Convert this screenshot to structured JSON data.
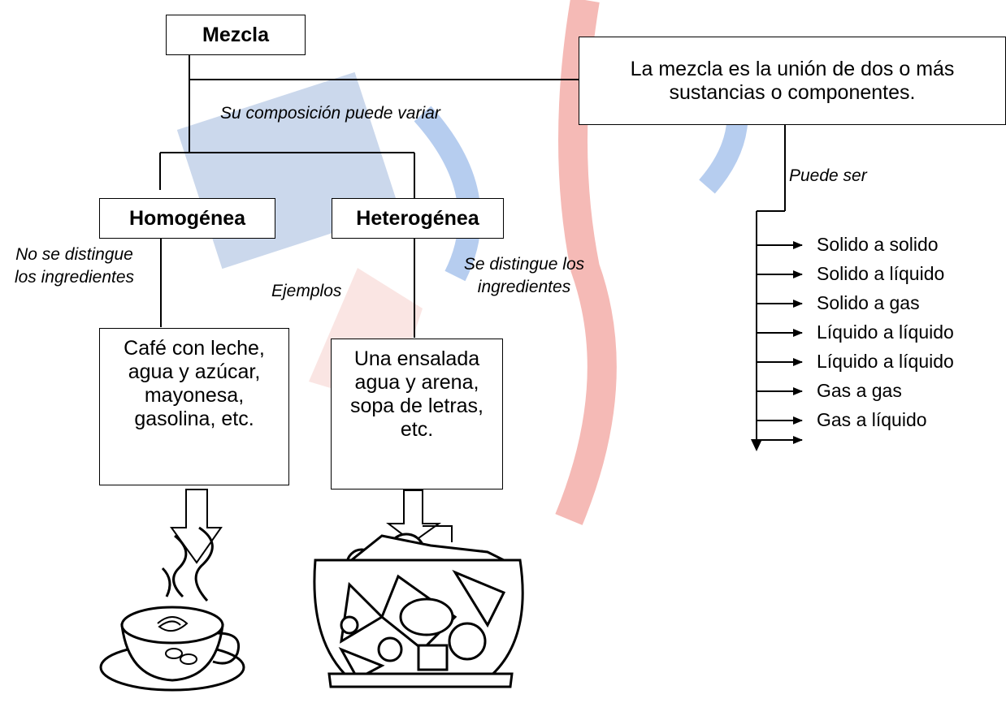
{
  "root": {
    "label": "Mezcla"
  },
  "definition": {
    "text": "La mezcla es la unión de dos o más sustancias o componentes."
  },
  "notes": {
    "composition": "Su composición puede variar",
    "can_be": "Puede ser",
    "not_distinguished": "No se distingue los ingredientes",
    "distinguished": "Se distingue los ingredientes",
    "examples": "Ejemplos"
  },
  "categories": {
    "homogeneous": {
      "label": "Homogénea",
      "examples": "Café con leche, agua y azúcar, mayonesa, gasolina, etc."
    },
    "heterogeneous": {
      "label": "Heterogénea",
      "examples": "Una ensalada agua y arena, sopa de letras, etc."
    }
  },
  "mixture_types": [
    "Solido a solido",
    "Solido a líquido",
    "Solido a gas",
    "Líquido a líquido",
    "Líquido a líquido",
    "Gas a gas",
    "Gas a líquido"
  ],
  "illustrations": {
    "left": "coffee-cup-icon",
    "right": "salad-bowl-icon"
  },
  "colors": {
    "line": "#000000",
    "watermark_blue": "#2e6fd1",
    "watermark_red": "#e23b2e"
  }
}
